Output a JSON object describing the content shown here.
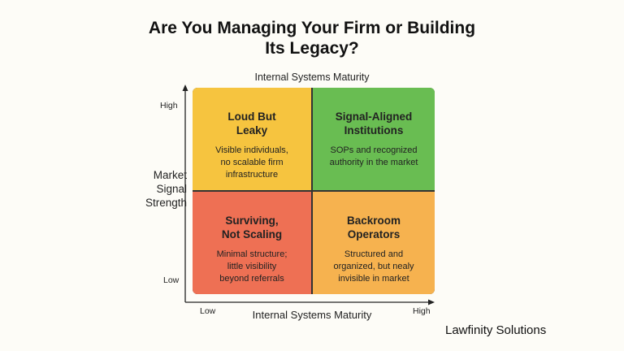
{
  "title": {
    "line1": "Are You Managing Your Firm or Building",
    "line2": "Its Legacy?"
  },
  "top_axis_label": "Internal Systems Maturity",
  "y_axis": {
    "label_lines": [
      "Market",
      "Signal",
      "Strength"
    ],
    "tick_high": "High",
    "tick_low": "Low"
  },
  "x_axis": {
    "label": "Internal Systems Maturity",
    "tick_low": "Low",
    "tick_high": "High"
  },
  "quadrants": {
    "top_left": {
      "title_lines": [
        "Loud But",
        "Leaky"
      ],
      "desc_lines": [
        "Visible individuals,",
        "no scalable firm",
        "infrastructure"
      ],
      "color": "#f6c43f"
    },
    "top_right": {
      "title_lines": [
        "Signal-Aligned",
        "Institutions"
      ],
      "desc_lines": [
        "SOPs and recognized",
        "authority in the market"
      ],
      "color": "#69bd52"
    },
    "bottom_left": {
      "title_lines": [
        "Surviving,",
        "Not Scaling"
      ],
      "desc_lines": [
        "Minimal structure;",
        "little visibility",
        "beyond referrals"
      ],
      "color": "#ee7054"
    },
    "bottom_right": {
      "title_lines": [
        "Backroom",
        "Operators"
      ],
      "desc_lines": [
        "Structured and",
        "organized, but nealy",
        "invisible in market"
      ],
      "color": "#f6b24f"
    }
  },
  "brand": "Lawfinity Solutions"
}
